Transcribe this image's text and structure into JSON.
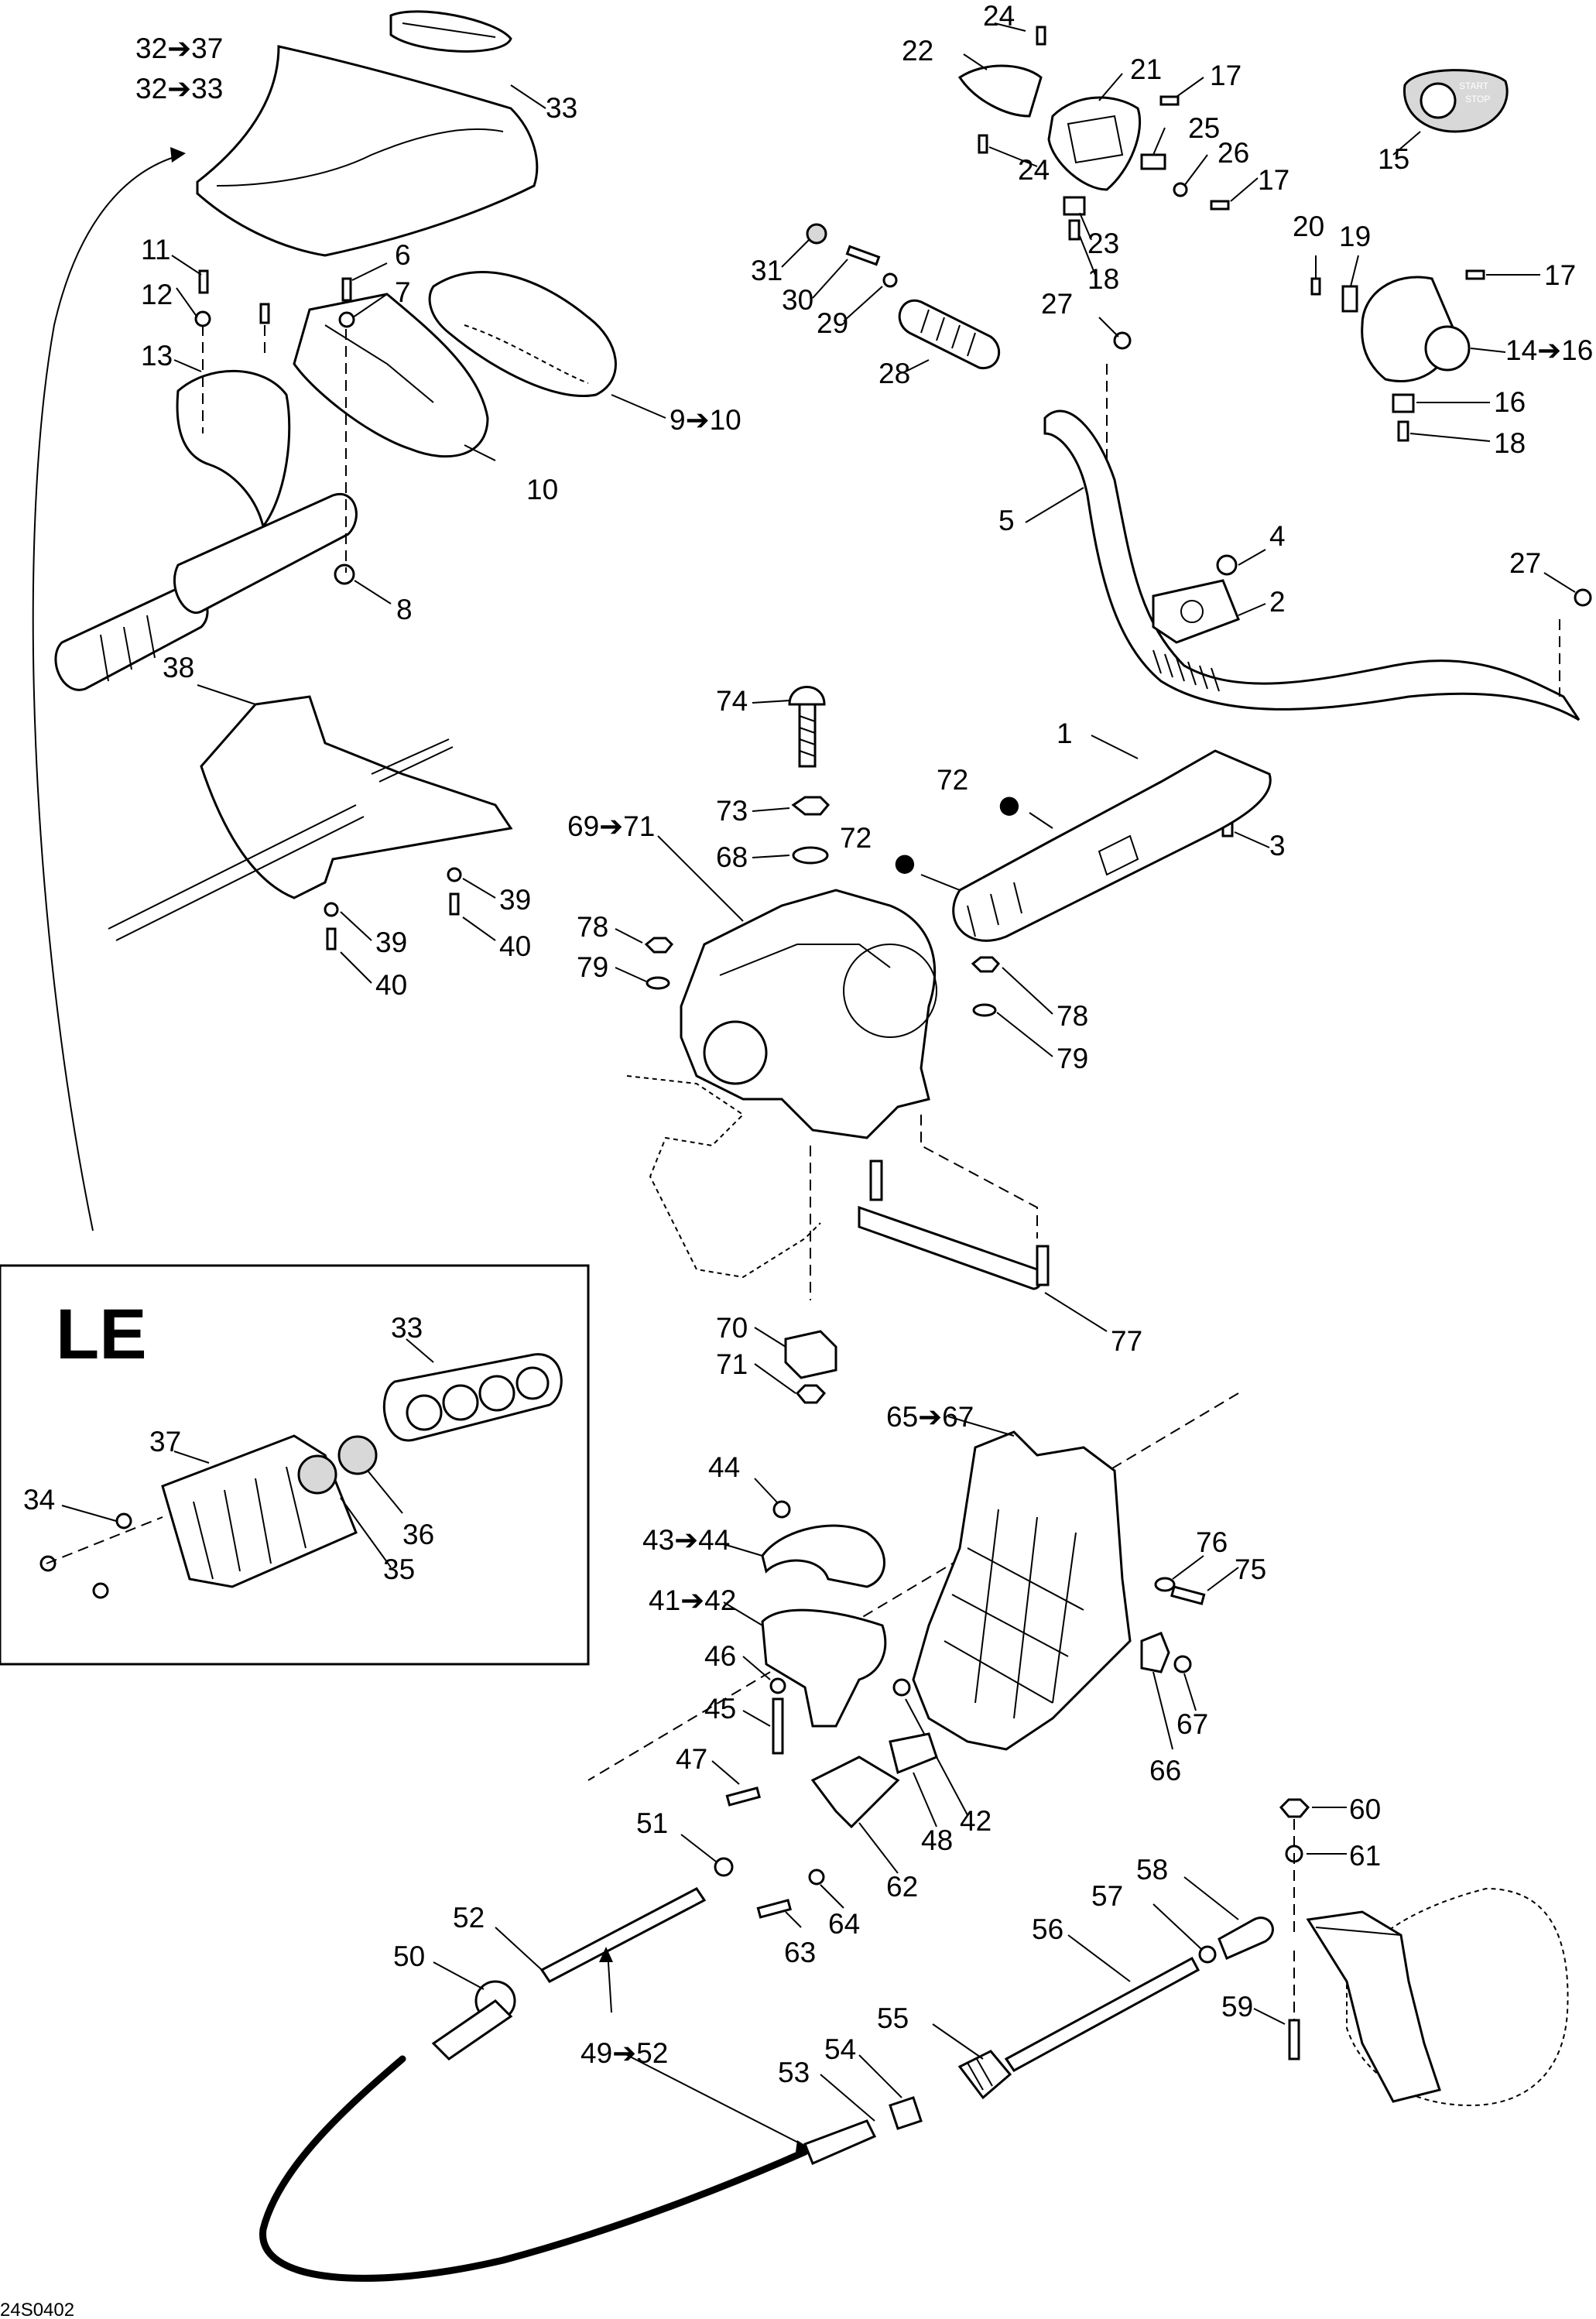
{
  "diagram_id": "24S0402",
  "le_box": {
    "title": "LE"
  },
  "callouts": {
    "c1": "1",
    "c2": "2",
    "c3": "3",
    "c4": "4",
    "c5": "5",
    "c6": "6",
    "c7": "7",
    "c8": "8",
    "c9to10": "9➔10",
    "c10": "10",
    "c11": "11",
    "c12": "12",
    "c13": "13",
    "c14to16": "14➔16",
    "c15": "15",
    "c16": "16",
    "c17a": "17",
    "c17b": "17",
    "c17c": "17",
    "c18a": "18",
    "c18b": "18",
    "c19": "19",
    "c20": "20",
    "c21": "21",
    "c22": "22",
    "c23": "23",
    "c24a": "24",
    "c24b": "24",
    "c25": "25",
    "c26": "26",
    "c27a": "27",
    "c27b": "27",
    "c28": "28",
    "c29": "29",
    "c30": "30",
    "c31": "31",
    "c32to37": "32➔37",
    "c32to33": "32➔33",
    "c33a": "33",
    "c33b": "33",
    "c34": "34",
    "c35": "35",
    "c36": "36",
    "c37": "37",
    "c38": "38",
    "c39a": "39",
    "c39b": "39",
    "c40a": "40",
    "c40b": "40",
    "c41to42": "41➔42",
    "c42": "42",
    "c43to44": "43➔44",
    "c44": "44",
    "c45": "45",
    "c46": "46",
    "c47": "47",
    "c48": "48",
    "c49to52": "49➔52",
    "c50": "50",
    "c51": "51",
    "c52": "52",
    "c53": "53",
    "c54": "54",
    "c55": "55",
    "c56": "56",
    "c57": "57",
    "c58": "58",
    "c59": "59",
    "c60": "60",
    "c61": "61",
    "c62": "62",
    "c63": "63",
    "c64": "64",
    "c65to67": "65➔67",
    "c66": "66",
    "c67": "67",
    "c68": "68",
    "c69to71": "69➔71",
    "c70": "70",
    "c71": "71",
    "c72a": "72",
    "c72b": "72",
    "c73": "73",
    "c74": "74",
    "c75": "75",
    "c76": "76",
    "c77": "77",
    "c78a": "78",
    "c78b": "78",
    "c79a": "79",
    "c79b": "79"
  },
  "switch_labels": {
    "start": "START",
    "stop": "STOP"
  }
}
